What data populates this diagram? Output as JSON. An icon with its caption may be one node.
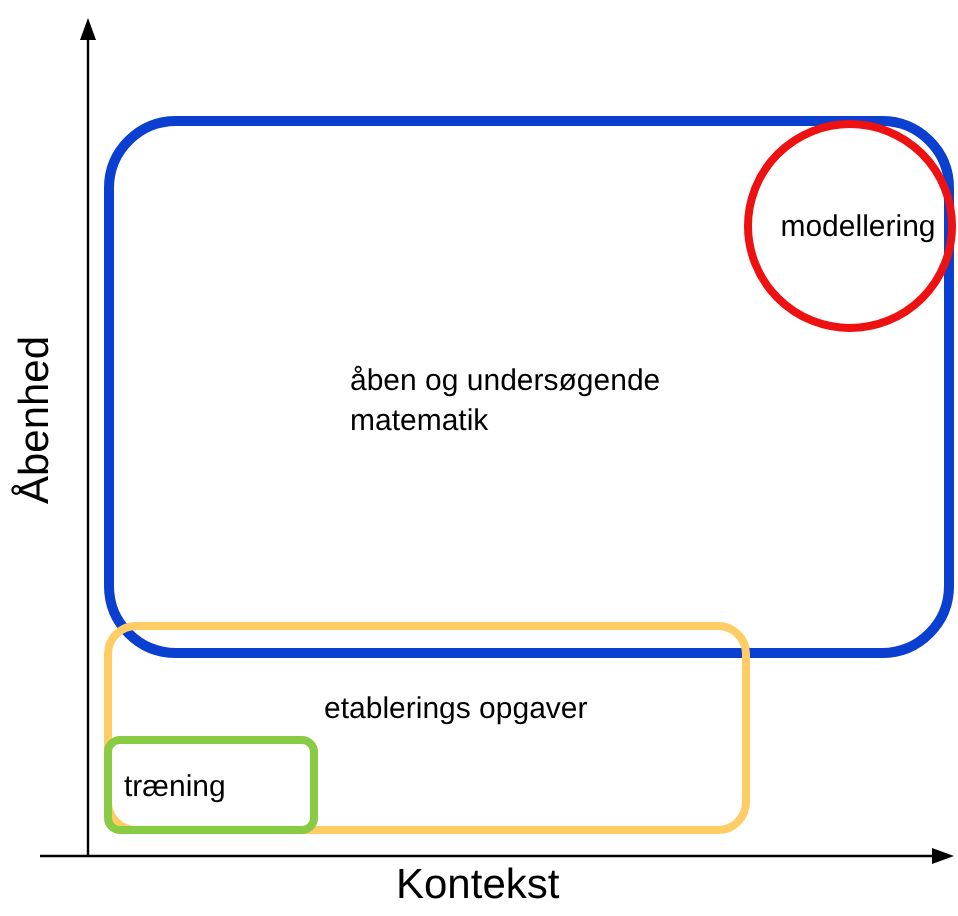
{
  "diagram": {
    "nodes": [
      {
        "text": [
          "åben og undersøgende matematik"
        ]
      },
      {
        "text": [
          "modellering"
        ],
        "in": 0
      },
      {
        "text": [
          "etablerings opgaver"
        ]
      },
      {
        "text": [
          "træning"
        ],
        "in": 2
      }
    ],
    "labels": [
      "Åbenhed",
      "Kontekst"
    ]
  }
}
